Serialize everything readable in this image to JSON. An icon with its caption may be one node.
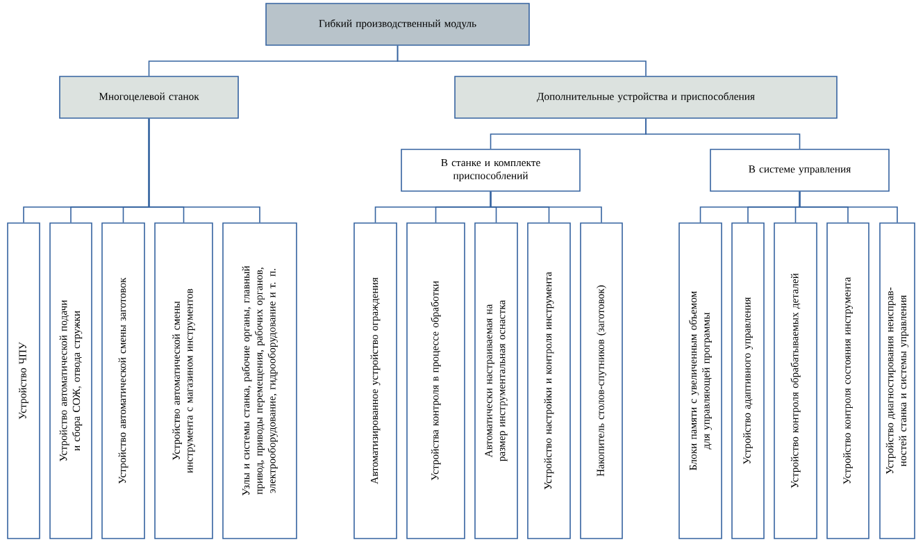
{
  "diagram": {
    "nodes": [
      {
        "text": [
          "Гибкий производственный модуль"
        ]
      },
      {
        "text": [
          "Многоцелевой станок"
        ]
      },
      {
        "text": [
          "Дополнительные устройства и приспособления"
        ]
      },
      {
        "text": [
          "В станке и комплекте приспособлений"
        ]
      },
      {
        "text": [
          "В системе управления"
        ]
      },
      {
        "text": [
          "Устройство ЧПУ"
        ]
      },
      {
        "text": [
          "Устройство автоматической подачи и сбора СОЖ, отвода стружки"
        ]
      },
      {
        "text": [
          "Устройство автоматической смены заготовок"
        ]
      },
      {
        "text": [
          "Устройство автоматической смены инструмента с магазином инструментов"
        ]
      },
      {
        "text": [
          "Узлы и системы станка, рабочие органы, главный привод, приводы перемещения, рабочих органов, электрооборудование, гидрооборудование и т. п."
        ]
      },
      {
        "text": [
          "Автоматизированное устройство ограждения"
        ]
      },
      {
        "text": [
          "Устройства контроля в процессе обработки"
        ]
      },
      {
        "text": [
          "Автоматически настраиваемая на размер инструментальная оснастка"
        ]
      },
      {
        "text": [
          "Устройство настройки и контроля инструмента"
        ]
      },
      {
        "text": [
          "Накопитель столов-спутников (заготовок)"
        ]
      },
      {
        "text": [
          "Блоки памяти с увеличенным объемом для управляющей программы"
        ]
      },
      {
        "text": [
          "Устройство адаптивного управления"
        ]
      },
      {
        "text": [
          "Устройство контроля обрабатываемых деталей"
        ]
      },
      {
        "text": [
          "Устройство контроля состояния инструмента"
        ]
      },
      {
        "text": [
          "Устройство диагностирования неисправ- ностей станка и системы управления"
        ]
      }
    ],
    "edges": [
      {
        "from": 0,
        "to": 1,
        "arrow": "none"
      },
      {
        "from": 0,
        "to": 2,
        "arrow": "none"
      },
      {
        "from": 1,
        "to": 5,
        "arrow": "none"
      },
      {
        "from": 1,
        "to": 6,
        "arrow": "none"
      },
      {
        "from": 1,
        "to": 7,
        "arrow": "none"
      },
      {
        "from": 1,
        "to": 8,
        "arrow": "none"
      },
      {
        "from": 1,
        "to": 9,
        "arrow": "none"
      },
      {
        "from": 2,
        "to": 3,
        "arrow": "none"
      },
      {
        "from": 2,
        "to": 4,
        "arrow": "none"
      },
      {
        "from": 3,
        "to": 10,
        "arrow": "none"
      },
      {
        "from": 3,
        "to": 11,
        "arrow": "none"
      },
      {
        "from": 3,
        "to": 12,
        "arrow": "none"
      },
      {
        "from": 3,
        "to": 13,
        "arrow": "none"
      },
      {
        "from": 3,
        "to": 14,
        "arrow": "none"
      },
      {
        "from": 4,
        "to": 15,
        "arrow": "none"
      },
      {
        "from": 4,
        "to": 16,
        "arrow": "none"
      },
      {
        "from": 4,
        "to": 17,
        "arrow": "none"
      },
      {
        "from": 4,
        "to": 18,
        "arrow": "none"
      },
      {
        "from": 4,
        "to": 19,
        "arrow": "none"
      }
    ]
  }
}
